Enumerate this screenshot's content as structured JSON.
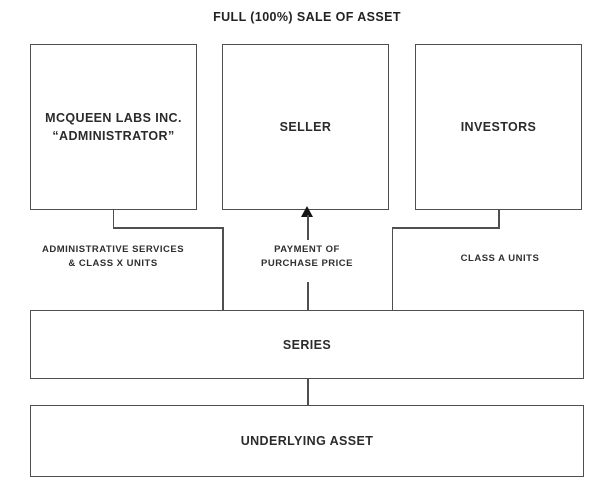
{
  "title": "FULL (100%) SALE OF ASSET",
  "colors": {
    "line": "#4f4f4f",
    "text": "#2b2b2b",
    "arrowhead": "#141414",
    "background": "#ffffff"
  },
  "nodes": {
    "administrator": {
      "line1": "MCQUEEN LABS INC.",
      "line2": "“ADMINISTRATOR”"
    },
    "seller": {
      "label": "SELLER"
    },
    "investors": {
      "label": "INVESTORS"
    },
    "series": {
      "label": "SERIES"
    },
    "underlying_asset": {
      "label": "UNDERLYING ASSET"
    }
  },
  "edges": {
    "administrator_to_series": {
      "label_line1": "ADMINISTRATIVE SERVICES",
      "label_line2": "& CLASS X UNITS"
    },
    "series_to_seller": {
      "label_line1": "PAYMENT OF",
      "label_line2": "PURCHASE PRICE",
      "arrow_direction": "up"
    },
    "investors_to_series": {
      "label": "CLASS A UNITS"
    },
    "series_to_underlying_asset": {}
  }
}
